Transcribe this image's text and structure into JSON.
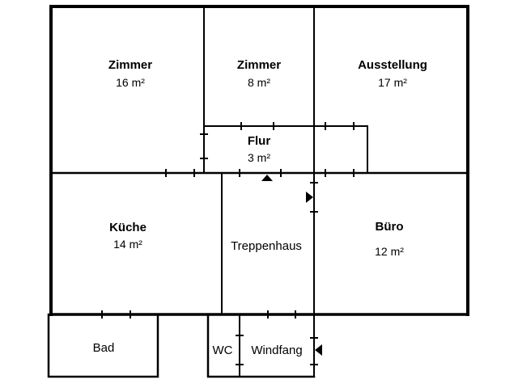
{
  "rooms": {
    "zimmer1": {
      "name": "Zimmer",
      "area": "16 m²"
    },
    "zimmer2": {
      "name": "Zimmer",
      "area": "8 m²"
    },
    "ausstellung": {
      "name": "Ausstellung",
      "area": "17 m²"
    },
    "flur": {
      "name": "Flur",
      "area": "3 m²"
    },
    "kueche": {
      "name": "Küche",
      "area": "14 m²"
    },
    "treppenhaus": {
      "name": "Treppenhaus"
    },
    "buero": {
      "name": "Büro",
      "area": "12 m²"
    },
    "bad": {
      "name": "Bad"
    },
    "wc": {
      "name": "WC"
    },
    "windfang": {
      "name": "Windfang"
    }
  },
  "colors": {
    "wall": "#000000",
    "background": "#ffffff"
  }
}
